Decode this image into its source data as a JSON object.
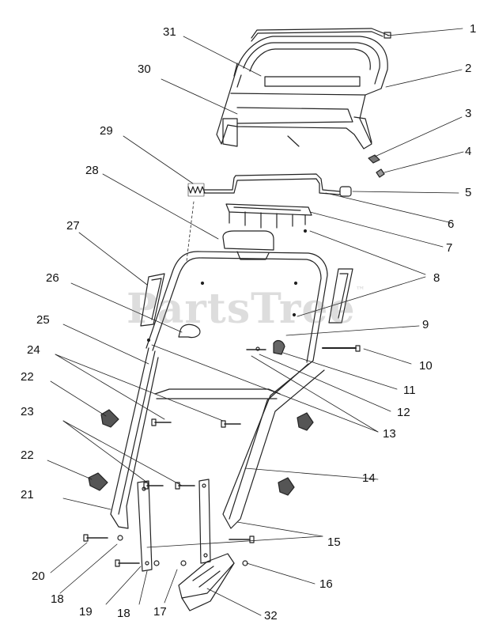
{
  "watermark": {
    "text": "PartsTree",
    "mark": "™"
  },
  "callouts": [
    {
      "id": "callout-1",
      "text": "1"
    },
    {
      "id": "callout-2",
      "text": "2"
    },
    {
      "id": "callout-3",
      "text": "3"
    },
    {
      "id": "callout-4",
      "text": "4"
    },
    {
      "id": "callout-5",
      "text": "5"
    },
    {
      "id": "callout-6",
      "text": "6"
    },
    {
      "id": "callout-7",
      "text": "7"
    },
    {
      "id": "callout-8",
      "text": "8"
    },
    {
      "id": "callout-9",
      "text": "9"
    },
    {
      "id": "callout-10",
      "text": "10"
    },
    {
      "id": "callout-11",
      "text": "11"
    },
    {
      "id": "callout-12",
      "text": "12"
    },
    {
      "id": "callout-13",
      "text": "13"
    },
    {
      "id": "callout-14",
      "text": "14"
    },
    {
      "id": "callout-15",
      "text": "15"
    },
    {
      "id": "callout-16",
      "text": "16"
    },
    {
      "id": "callout-17",
      "text": "17"
    },
    {
      "id": "callout-18a",
      "text": "18"
    },
    {
      "id": "callout-18b",
      "text": "18"
    },
    {
      "id": "callout-19",
      "text": "19"
    },
    {
      "id": "callout-20",
      "text": "20"
    },
    {
      "id": "callout-21",
      "text": "21"
    },
    {
      "id": "callout-22a",
      "text": "22"
    },
    {
      "id": "callout-22b",
      "text": "22"
    },
    {
      "id": "callout-23",
      "text": "23"
    },
    {
      "id": "callout-24",
      "text": "24"
    },
    {
      "id": "callout-25",
      "text": "25"
    },
    {
      "id": "callout-26",
      "text": "26"
    },
    {
      "id": "callout-27",
      "text": "27"
    },
    {
      "id": "callout-28",
      "text": "28"
    },
    {
      "id": "callout-29",
      "text": "29"
    },
    {
      "id": "callout-30",
      "text": "30"
    },
    {
      "id": "callout-31",
      "text": "31"
    },
    {
      "id": "callout-32",
      "text": "32"
    }
  ]
}
